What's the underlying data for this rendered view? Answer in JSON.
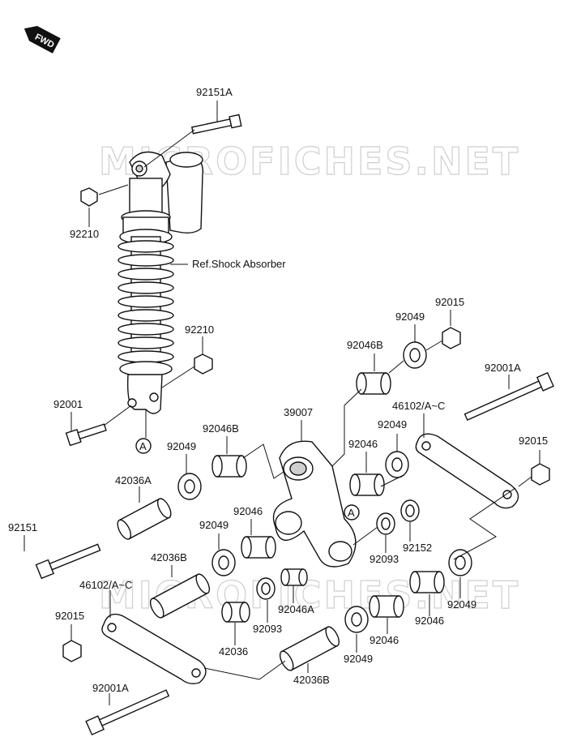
{
  "fwd_badge": "FWD",
  "watermark": "MICROFICHES.NET",
  "ref_label": "Ref.Shock Absorber",
  "marker": "A",
  "parts": {
    "p92151A": "92151A",
    "p92210_top": "92210",
    "p92210_mid": "92210",
    "p92001": "92001",
    "p39007": "39007",
    "p92046B_top": "92046B",
    "p92049_top": "92049",
    "p92015_top": "92015",
    "p92001A_top": "92001A",
    "p46102_top": "46102/A~C",
    "p92049_r2": "92049",
    "p92015_r": "92015",
    "p92046B_mid": "92046B",
    "p92049_l": "92049",
    "p92046_c": "92046",
    "p42036A": "42036A",
    "p92151": "92151",
    "p92046_l2": "92046",
    "p92049_l2": "92049",
    "p92093_r": "92093",
    "p92152": "92152",
    "p42036B_l": "42036B",
    "p46102_bot": "46102/A~C",
    "p92015_bl": "92015",
    "p92093_l": "92093",
    "p92046A": "92046A",
    "p92049_r3": "92049",
    "p92046_r3": "92046",
    "p42036": "42036",
    "p92046_b": "92046",
    "p92049_b": "92049",
    "p42036B_b": "42036B",
    "p92001A_bot": "92001A"
  }
}
